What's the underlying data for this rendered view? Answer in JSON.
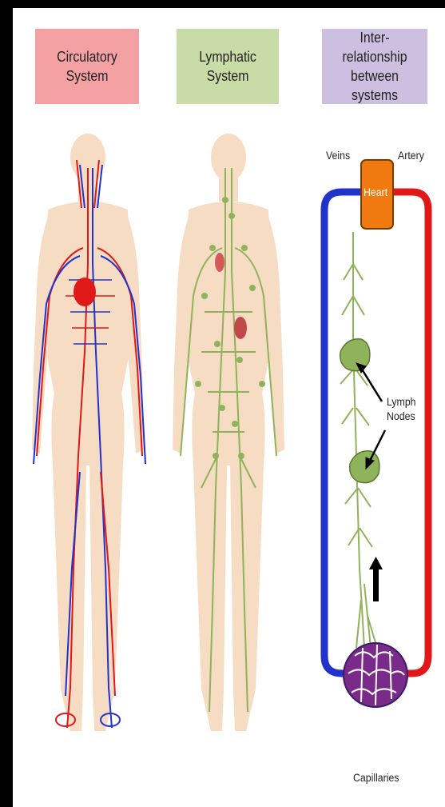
{
  "headers": {
    "circulatory": {
      "line1": "Circulatory",
      "line2": "System",
      "color": "#f4a1a4"
    },
    "lymphatic": {
      "line1": "Lymphatic",
      "line2": "System",
      "color": "#c9dba6"
    },
    "interrelationship": {
      "line1": "Inter-relationship",
      "line2": "between systems",
      "color": "#cdbfe0"
    }
  },
  "labels": {
    "veins": "Veins",
    "artery": "Artery",
    "heart": "Heart",
    "lymph_nodes_1": "Lymph",
    "lymph_nodes_2": "Nodes",
    "capillaries": "Capillaries"
  },
  "colors": {
    "vein": "#2233cc",
    "artery": "#e01818",
    "heart": "#f07a10",
    "lymph": "#8fb35a",
    "skin": "#f7dcc4"
  }
}
